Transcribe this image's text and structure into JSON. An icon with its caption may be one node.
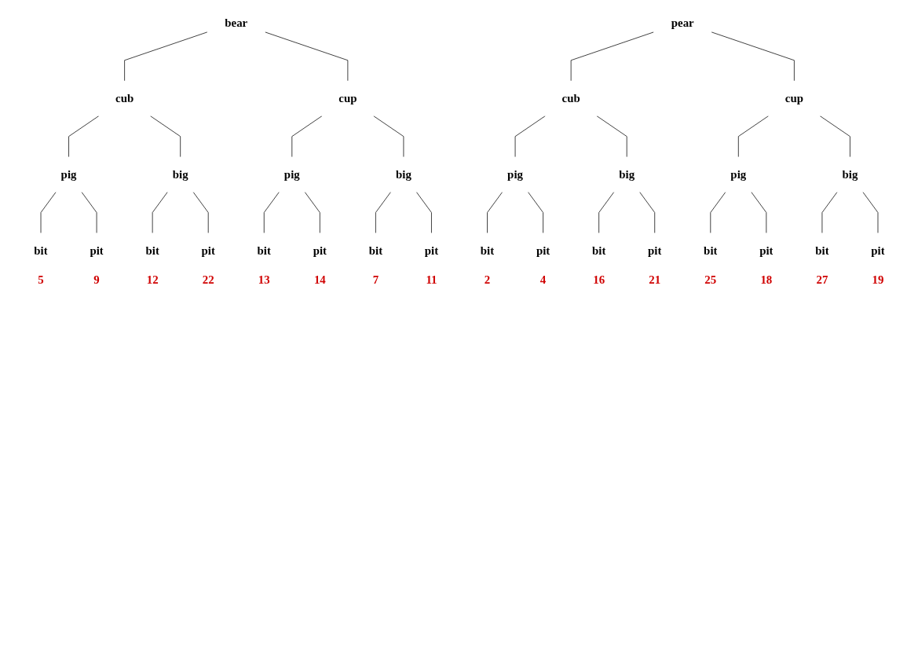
{
  "diagram": {
    "nodes": [
      {
        "text": [
          "bear"
        ]
      },
      {
        "text": [
          "cub"
        ]
      },
      {
        "text": [
          "cup"
        ]
      },
      {
        "text": [
          "pig"
        ]
      },
      {
        "text": [
          "big"
        ]
      },
      {
        "text": [
          "pig"
        ]
      },
      {
        "text": [
          "big"
        ]
      },
      {
        "text": [
          "bit"
        ],
        "beside": [
          "5"
        ]
      },
      {
        "text": [
          "pit"
        ],
        "beside": [
          "9"
        ]
      },
      {
        "text": [
          "bit"
        ],
        "beside": [
          "12"
        ]
      },
      {
        "text": [
          "pit"
        ],
        "beside": [
          "22"
        ]
      },
      {
        "text": [
          "bit"
        ],
        "beside": [
          "13"
        ]
      },
      {
        "text": [
          "pit"
        ],
        "beside": [
          "14"
        ]
      },
      {
        "text": [
          "bit"
        ],
        "beside": [
          "7"
        ]
      },
      {
        "text": [
          "pit"
        ],
        "beside": [
          "11"
        ]
      },
      {
        "text": [
          "pear"
        ]
      },
      {
        "text": [
          "cub"
        ]
      },
      {
        "text": [
          "cup"
        ]
      },
      {
        "text": [
          "pig"
        ]
      },
      {
        "text": [
          "big"
        ]
      },
      {
        "text": [
          "pig"
        ]
      },
      {
        "text": [
          "big"
        ]
      },
      {
        "text": [
          "bit"
        ],
        "beside": [
          "2"
        ]
      },
      {
        "text": [
          "pit"
        ],
        "beside": [
          "4"
        ]
      },
      {
        "text": [
          "bit"
        ],
        "beside": [
          "16"
        ]
      },
      {
        "text": [
          "pit"
        ],
        "beside": [
          "21"
        ]
      },
      {
        "text": [
          "bit"
        ],
        "beside": [
          "25"
        ]
      },
      {
        "text": [
          "pit"
        ],
        "beside": [
          "18"
        ]
      },
      {
        "text": [
          "bit"
        ],
        "beside": [
          "27"
        ]
      },
      {
        "text": [
          "pit"
        ],
        "beside": [
          "19"
        ]
      }
    ],
    "edges": [
      {
        "from": 0,
        "to": 1,
        "arrow": "none"
      },
      {
        "from": 0,
        "to": 2,
        "arrow": "none"
      },
      {
        "from": 1,
        "to": 3,
        "arrow": "none"
      },
      {
        "from": 1,
        "to": 4,
        "arrow": "none"
      },
      {
        "from": 2,
        "to": 5,
        "arrow": "none"
      },
      {
        "from": 2,
        "to": 6,
        "arrow": "none"
      },
      {
        "from": 3,
        "to": 7,
        "arrow": "none"
      },
      {
        "from": 3,
        "to": 8,
        "arrow": "none"
      },
      {
        "from": 4,
        "to": 9,
        "arrow": "none"
      },
      {
        "from": 4,
        "to": 10,
        "arrow": "none"
      },
      {
        "from": 5,
        "to": 11,
        "arrow": "none"
      },
      {
        "from": 5,
        "to": 12,
        "arrow": "none"
      },
      {
        "from": 6,
        "to": 13,
        "arrow": "none"
      },
      {
        "from": 6,
        "to": 14,
        "arrow": "none"
      },
      {
        "from": 15,
        "to": 16,
        "arrow": "none"
      },
      {
        "from": 15,
        "to": 17,
        "arrow": "none"
      },
      {
        "from": 16,
        "to": 18,
        "arrow": "none"
      },
      {
        "from": 16,
        "to": 19,
        "arrow": "none"
      },
      {
        "from": 17,
        "to": 20,
        "arrow": "none"
      },
      {
        "from": 17,
        "to": 21,
        "arrow": "none"
      },
      {
        "from": 18,
        "to": 22,
        "arrow": "none"
      },
      {
        "from": 18,
        "to": 23,
        "arrow": "none"
      },
      {
        "from": 19,
        "to": 24,
        "arrow": "none"
      },
      {
        "from": 19,
        "to": 25,
        "arrow": "none"
      },
      {
        "from": 20,
        "to": 26,
        "arrow": "none"
      },
      {
        "from": 20,
        "to": 27,
        "arrow": "none"
      },
      {
        "from": 21,
        "to": 28,
        "arrow": "none"
      },
      {
        "from": 21,
        "to": 29,
        "arrow": "none"
      }
    ]
  }
}
